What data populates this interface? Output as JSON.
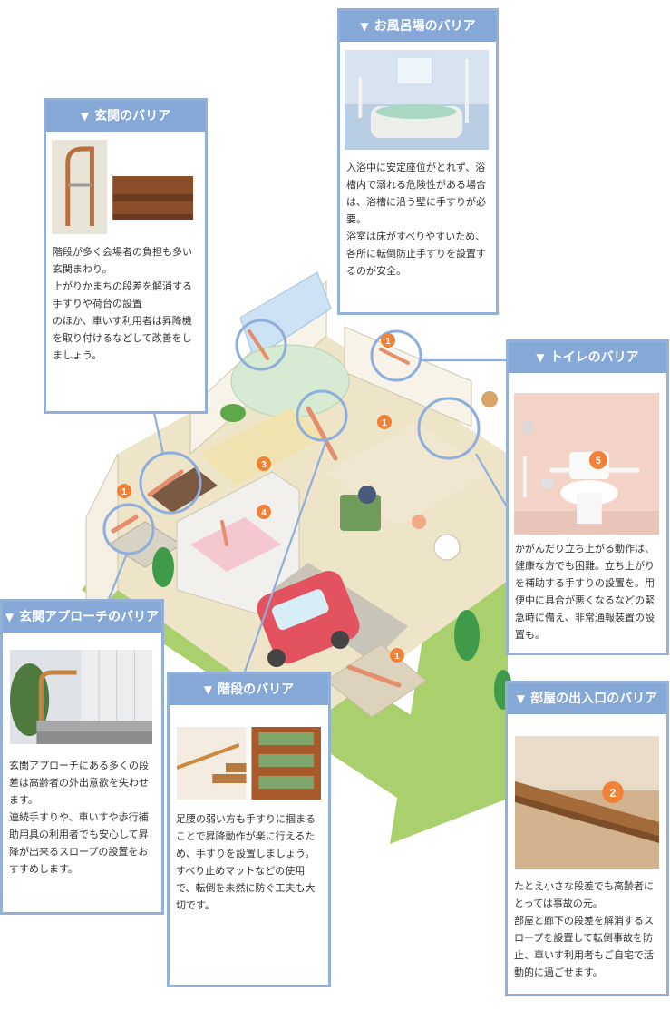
{
  "colors": {
    "accent": "#86a8d6",
    "badge": "#f08238",
    "wall": "#f5f1e6",
    "floor": "#e9e1c6",
    "grass": "#8cc256",
    "handrail": "#e48e6e"
  },
  "badges": {
    "b1": "1",
    "b2": "2",
    "b3": "3",
    "b4": "4",
    "b5": "5"
  },
  "cards": {
    "bath": {
      "title": "お風呂場のバリア",
      "lines": [
        "入浴中に安定座位がとれず、浴槽内で溺れる危険性がある場合は、浴槽に沿う壁に手すりが必要。",
        "浴室は床がすべりやすいため、各所に転倒防止手すりを設置するのが安全。"
      ]
    },
    "entrance": {
      "title": "玄関のバリア",
      "lines": [
        "階段が多く会場者の負担も多い玄関まわり。",
        "上がりかまちの段差を解消する手すりや荷台の設置",
        "のほか、車いす利用者は昇降機を取り付けるなどして改善をしましょう。"
      ]
    },
    "toilet": {
      "title": "トイレのバリア",
      "lines": [
        "かがんだり立ち上がる動作は、健康な方でも困難。立ち上がりを補助する手すりの設置を。用便中に具合が悪くなるなどの緊急時に備え、非常通報装置の設置も。"
      ]
    },
    "approach": {
      "title": "玄関アプローチのバリア",
      "lines": [
        "玄関アプローチにある多くの段差は高齢者の外出意欲を失わせます。",
        "連続手すりや、車いすや歩行補助用具の利用者でも安心して昇降が出来るスロープの設置をおすすめします。"
      ]
    },
    "stairs": {
      "title": "階段のバリア",
      "lines": [
        "足腰の弱い方も手すりに掴まることで昇降動作が楽に行えるため、手すりを設置しましょう。",
        "すべり止めマットなどの使用で、転倒を未然に防ぐ工夫も大切です。"
      ]
    },
    "doorway": {
      "title": "部屋の出入口のバリア",
      "lines": [
        "たとえ小さな段差でも高齢者にとっては事故の元。",
        "部屋と廊下の段差を解消するスロープを設置して転倒事故を防止、車いす利用者もご自宅で活動的に過ごせます。"
      ]
    }
  }
}
